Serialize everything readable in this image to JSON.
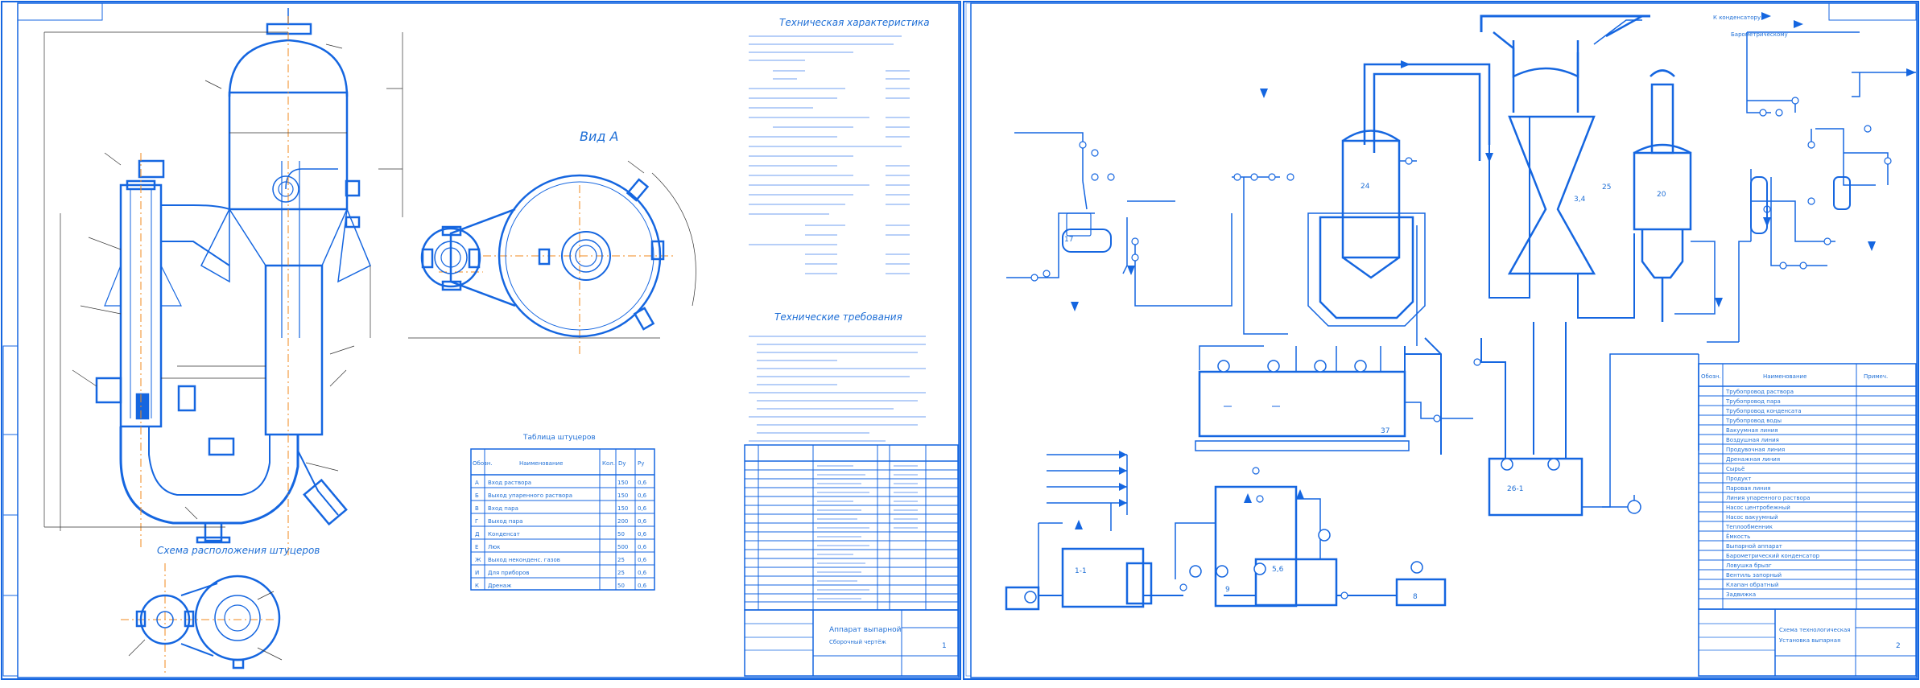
{
  "colors": {
    "line": "#1566e0",
    "thin": "#333333",
    "axis": "#f08a1c",
    "frame": "#1566e0"
  },
  "left_sheet": {
    "view_label": "Вид А",
    "nozzle_scheme_title": "Схема расположения штуцеров",
    "tech_char_title": "Техническая характеристика",
    "tech_req_title": "Технические требования",
    "nozzle_table_title": "Таблица штуцеров",
    "nozzle_table_header": [
      "Обозн.",
      "Наименование",
      "Кол.",
      "Dу",
      "Pу"
    ],
    "nozzle_rows": [
      {
        "id": "А",
        "name": "Вход раствора",
        "dn": "150",
        "pn": "0,6"
      },
      {
        "id": "Б",
        "name": "Выход упаренного раствора",
        "dn": "150",
        "pn": "0,6"
      },
      {
        "id": "В",
        "name": "Вход пара",
        "dn": "150",
        "pn": "0,6"
      },
      {
        "id": "Г",
        "name": "Выход пара",
        "dn": "200",
        "pn": "0,6"
      },
      {
        "id": "Д",
        "name": "Конденсат",
        "dn": "50",
        "pn": "0,6"
      },
      {
        "id": "Е",
        "name": "Люк",
        "dn": "500",
        "pn": "0,6"
      },
      {
        "id": "Ж",
        "name": "Выход неконденс. газов",
        "dn": "25",
        "pn": "0,6"
      },
      {
        "id": "И",
        "name": "Для приборов",
        "dn": "25",
        "pn": "0,6"
      },
      {
        "id": "К",
        "name": "Дренаж",
        "dn": "50",
        "pn": "0,6"
      }
    ]
  },
  "right_sheet": {
    "top_right_label_1": "К конденсатору",
    "top_right_label_2": "Барометрическому",
    "mark_24": "24",
    "mark_20": "20",
    "mark_37": "37",
    "mark_3_4": "3,4",
    "mark_5_6": "5,6",
    "mark_1_1": "1-1",
    "mark_26": "26-1",
    "mark_25": "25",
    "mark_17": "17",
    "mark_8": "8",
    "mark_9": "9",
    "legend_title": "Наименование",
    "legend_header": [
      "Обозн.",
      "Наименование",
      "Примеч."
    ],
    "legend_rows": [
      "Трубопровод раствора",
      "Трубопровод пара",
      "Трубопровод конденсата",
      "Трубопровод воды",
      "Вакуумная линия",
      "Воздушная линия",
      "Продувочная линия",
      "Дренажная линия",
      "Сырьё",
      "Продукт",
      "Паровая линия",
      "Линия упаренного раствора",
      "Насос центробежный",
      "Насос вакуумный",
      "Теплообменник",
      "Ёмкость",
      "Выпарной аппарат",
      "Барометрический конденсатор",
      "Ловушка брызг",
      "Вентиль запорный",
      "Клапан обратный",
      "Задвижка"
    ]
  },
  "stamp_left": {
    "title": "Аппарат выпарной",
    "subtitle": "Сборочный чертёж",
    "sheet": "1"
  },
  "stamp_right": {
    "title": "Схема технологическая",
    "subtitle": "Установка выпарная",
    "sheet": "2"
  }
}
